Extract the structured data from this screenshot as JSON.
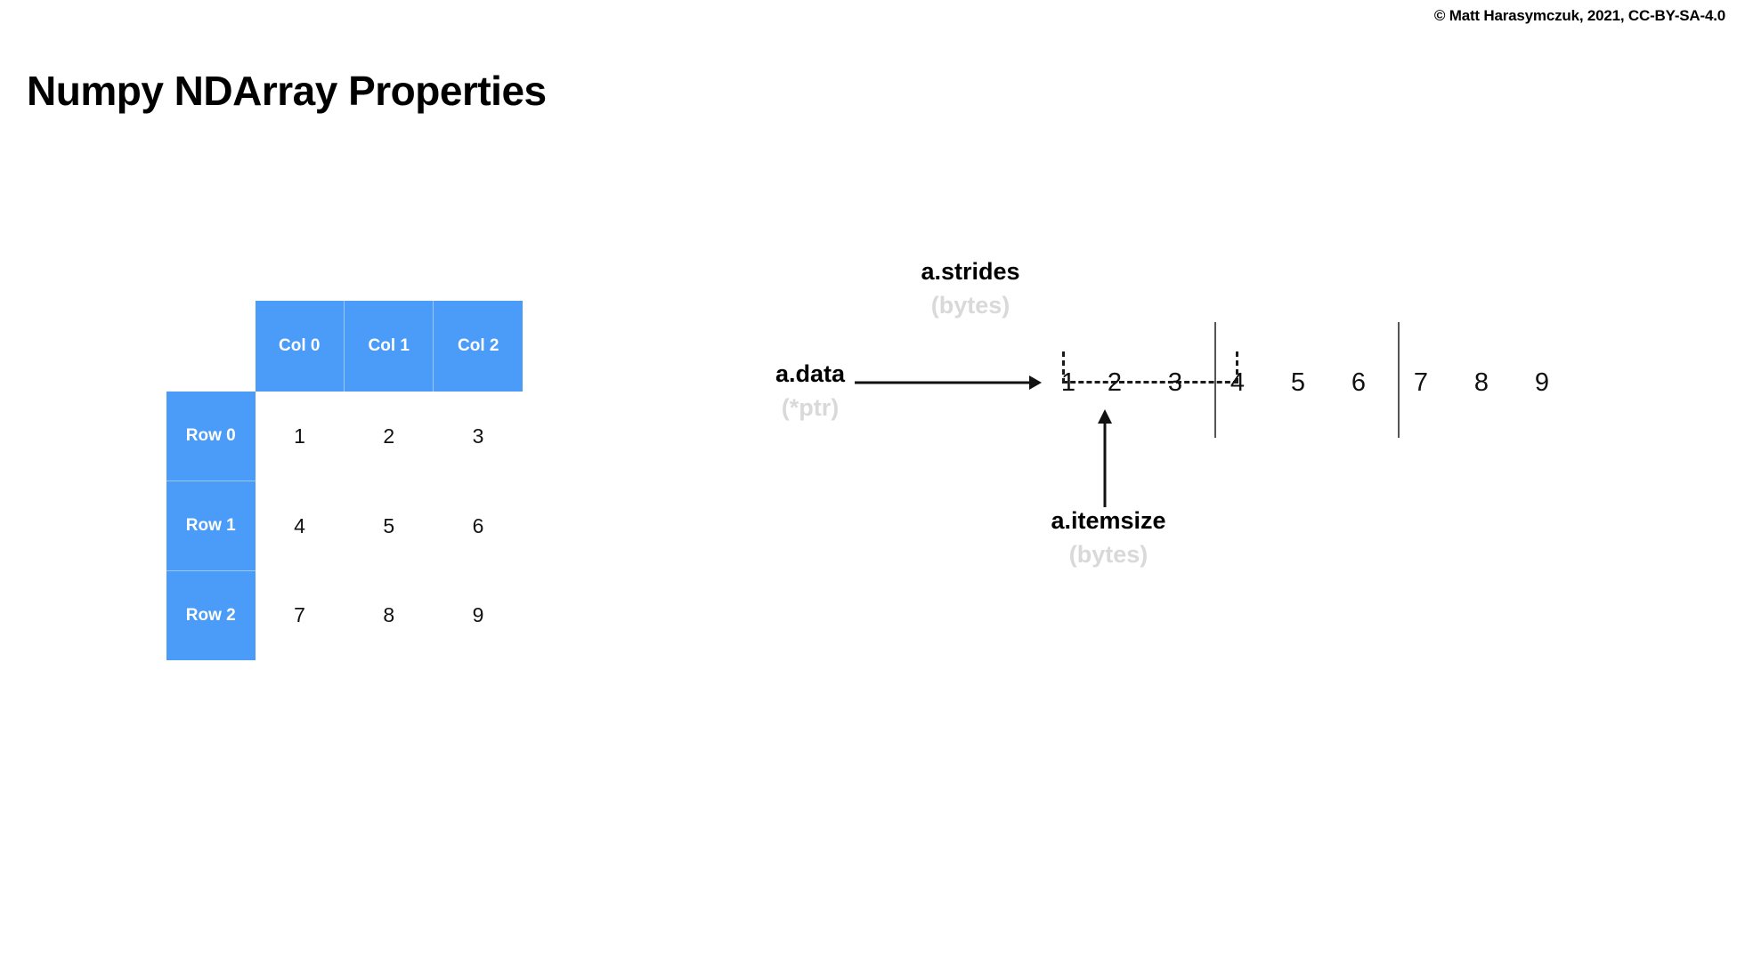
{
  "header": {
    "copyright": "© Matt Harasymczuk, 2021, CC-BY-SA-4.0",
    "title": "Numpy NDArray Properties"
  },
  "table": {
    "corner": "",
    "column_headers": [
      "Col 0",
      "Col 1",
      "Col 2"
    ],
    "row_headers": [
      "Row 0",
      "Row 1",
      "Row 2"
    ],
    "cells": [
      [
        "1",
        "2",
        "3"
      ],
      [
        "4",
        "5",
        "6"
      ],
      [
        "7",
        "8",
        "9"
      ]
    ],
    "header_color": "#4a9cf8",
    "header_text_color": "#ffffff"
  },
  "memory": {
    "strides": {
      "name": "a.strides",
      "unit": "(bytes)"
    },
    "data": {
      "name": "a.data",
      "unit": "(*ptr)"
    },
    "itemsize": {
      "name": "a.itemsize",
      "unit": "(bytes)"
    },
    "buffer": [
      "1",
      "2",
      "3",
      "4",
      "5",
      "6",
      "7",
      "8",
      "9"
    ],
    "separator_after_indices": [
      2,
      5
    ],
    "itemsize_points_at_index": 1,
    "strides_spans_indices": [
      0,
      2
    ],
    "muted_color": "#d9d9d9",
    "line_color": "#1a1a1a"
  }
}
